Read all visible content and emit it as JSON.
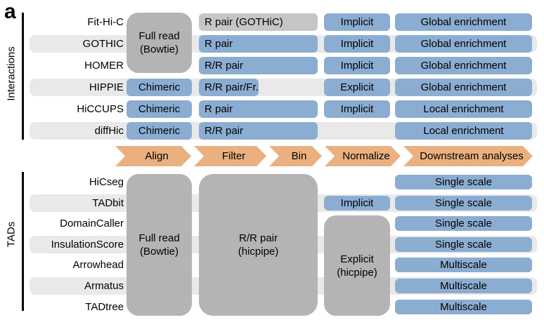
{
  "figure_label": "a",
  "colors": {
    "blue": "#8cadd2",
    "boxgray": "#b4b4b4",
    "bargray": "#c6c6c6",
    "stripe": "#e9e9e9",
    "orange": "#eab07f",
    "ink": "#000000"
  },
  "pipeline": {
    "steps": [
      {
        "label": "Align"
      },
      {
        "label": "Filter"
      },
      {
        "label": "Bin"
      },
      {
        "label": "Normalize"
      },
      {
        "label": "Downstream analyses"
      }
    ]
  },
  "interactions": {
    "section_label": "Interactions",
    "align_box": {
      "line1": "Full read",
      "line2": "(Bowtie)"
    },
    "rows": [
      {
        "tool": "Fit-Hi-C",
        "filter": "R pair (GOTHiC)",
        "normalize": "Implicit",
        "downstream": "Global enrichment"
      },
      {
        "tool": "GOTHIC",
        "filter": "R pair",
        "normalize": "Implicit",
        "downstream": "Global enrichment"
      },
      {
        "tool": "HOMER",
        "filter": "R/R pair",
        "normalize": "Implicit",
        "downstream": "Global enrichment"
      },
      {
        "tool": "HIPPIE",
        "align": "Chimeric",
        "filter": "R/R pair/Fr.",
        "normalize": "Explicit",
        "downstream": "Global enrichment"
      },
      {
        "tool": "HiCCUPS",
        "align": "Chimeric",
        "filter": "R pair",
        "normalize": "Implicit",
        "downstream": "Local enrichment"
      },
      {
        "tool": "diffHic",
        "align": "Chimeric",
        "filter": "R/R pair",
        "downstream": "Local enrichment"
      }
    ]
  },
  "tads": {
    "section_label": "TADs",
    "align_box": {
      "line1": "Full read",
      "line2": "(Bowtie)"
    },
    "filter_box": {
      "line1": "R/R pair",
      "line2": "(hicpipe)"
    },
    "normalize_box": {
      "line1": "Explicit",
      "line2": "(hicpipe)"
    },
    "rows": [
      {
        "tool": "HiCseg",
        "downstream": "Single scale"
      },
      {
        "tool": "TADbit",
        "normalize": "Implicit",
        "downstream": "Single scale"
      },
      {
        "tool": "DomainCaller",
        "downstream": "Single scale"
      },
      {
        "tool": "InsulationScore",
        "downstream": "Single scale"
      },
      {
        "tool": "Arrowhead",
        "downstream": "Multiscale"
      },
      {
        "tool": "Armatus",
        "downstream": "Multiscale"
      },
      {
        "tool": "TADtree",
        "downstream": "Multiscale"
      }
    ]
  }
}
